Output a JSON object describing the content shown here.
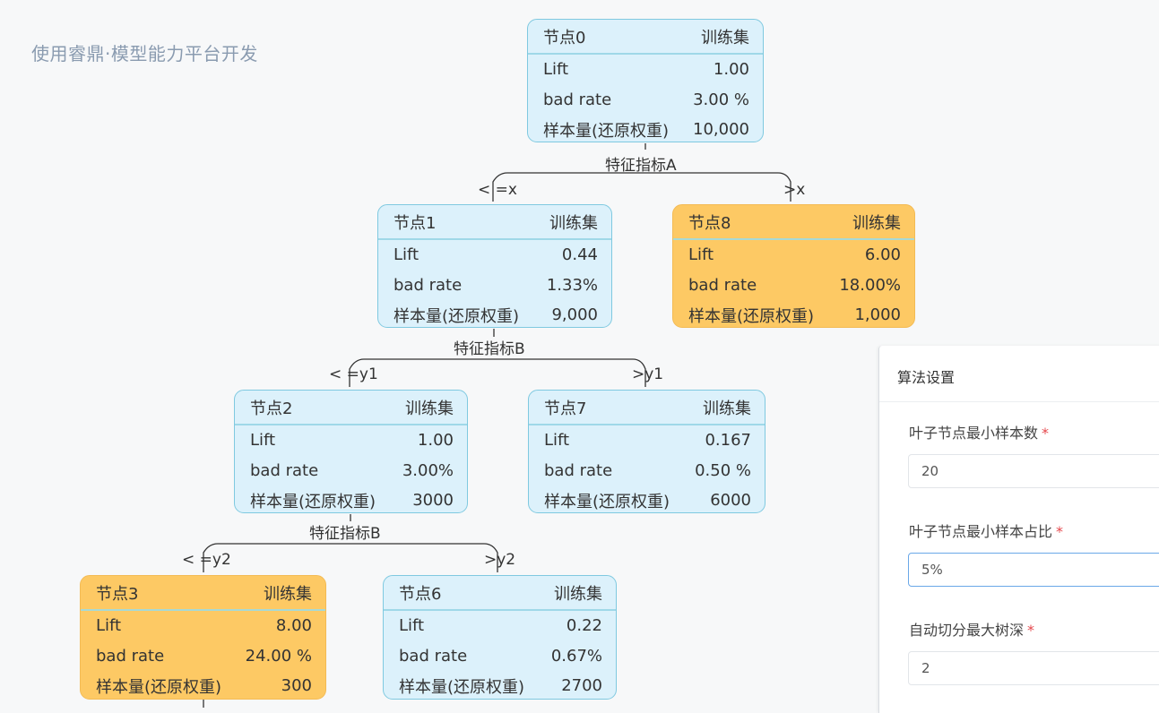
{
  "watermark": "使用睿鼎·模型能力平台开发",
  "nodes": [
    {
      "id": "node0",
      "title": "节点0",
      "dataset": "训练集",
      "lift_label": "Lift",
      "lift": "1.00",
      "badrate_label": "bad rate",
      "badrate": "3.00 %",
      "samples_label": "样本量(还原权重)",
      "samples": "10,000",
      "highlight": false
    },
    {
      "id": "node1",
      "title": "节点1",
      "dataset": "训练集",
      "lift_label": "Lift",
      "lift": "0.44",
      "badrate_label": "bad rate",
      "badrate": "1.33%",
      "samples_label": "样本量(还原权重)",
      "samples": "9,000",
      "highlight": false
    },
    {
      "id": "node8",
      "title": "节点8",
      "dataset": "训练集",
      "lift_label": "Lift",
      "lift": "6.00",
      "badrate_label": "bad rate",
      "badrate": "18.00%",
      "samples_label": "样本量(还原权重)",
      "samples": "1,000",
      "highlight": true
    },
    {
      "id": "node2",
      "title": "节点2",
      "dataset": "训练集",
      "lift_label": "Lift",
      "lift": "1.00",
      "badrate_label": "bad rate",
      "badrate": "3.00%",
      "samples_label": "样本量(还原权重)",
      "samples": "3000",
      "highlight": false
    },
    {
      "id": "node7",
      "title": "节点7",
      "dataset": "训练集",
      "lift_label": "Lift",
      "lift": "0.167",
      "badrate_label": "bad rate",
      "badrate": "0.50 %",
      "samples_label": "样本量(还原权重)",
      "samples": "6000",
      "highlight": false
    },
    {
      "id": "node3",
      "title": "节点3",
      "dataset": "训练集",
      "lift_label": "Lift",
      "lift": "8.00",
      "badrate_label": "bad rate",
      "badrate": "24.00 %",
      "samples_label": "样本量(还原权重)",
      "samples": "300",
      "highlight": true
    },
    {
      "id": "node6",
      "title": "节点6",
      "dataset": "训练集",
      "lift_label": "Lift",
      "lift": "0.22",
      "badrate_label": "bad rate",
      "badrate": "0.67%",
      "samples_label": "样本量(还原权重)",
      "samples": "2700",
      "highlight": false
    }
  ],
  "splits": [
    {
      "feature": "特征指标A",
      "left": "< =x",
      "right": ">x"
    },
    {
      "feature": "特征指标B",
      "left": "< =y1",
      "right": ">y1"
    },
    {
      "feature": "特征指标B",
      "left": "< =y2",
      "right": ">y2"
    }
  ],
  "panel": {
    "title": "算法设置",
    "fields": [
      {
        "label": "叶子节点最小样本数",
        "required": "*",
        "value": "20"
      },
      {
        "label": "叶子节点最小样本占比",
        "required": "*",
        "value": "5%"
      },
      {
        "label": "自动切分最大树深",
        "required": "*",
        "value": "2"
      }
    ]
  },
  "colors": {
    "node_bg": "#dcf1fb",
    "node_border": "#7fc9e0",
    "highlight_bg": "#fdc964",
    "required": "#e5484d"
  }
}
